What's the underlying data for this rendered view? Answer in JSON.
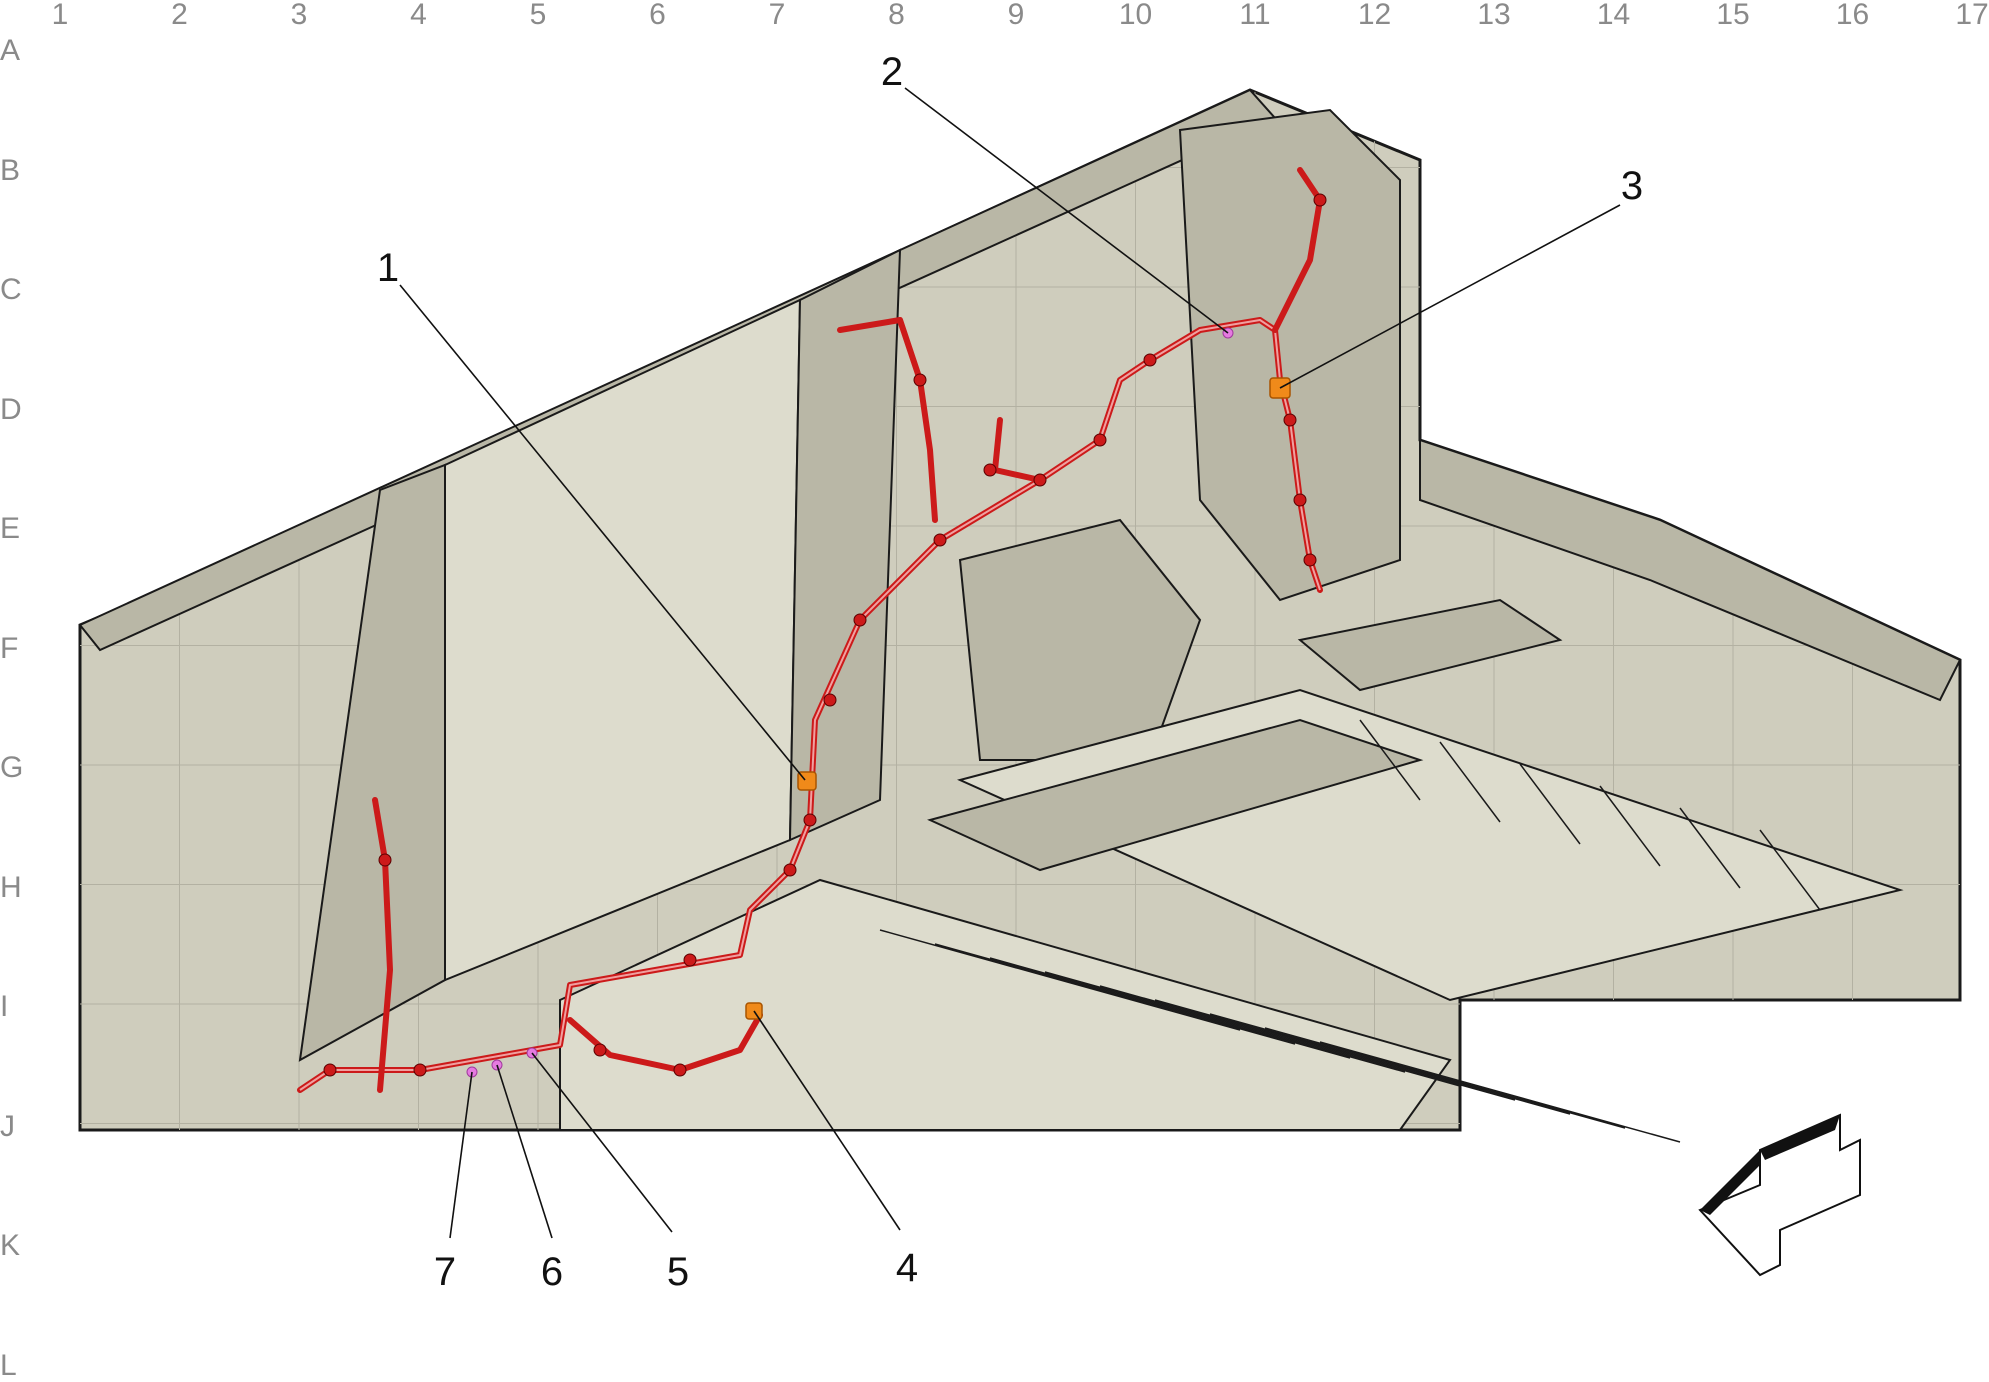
{
  "grid": {
    "columns": [
      "1",
      "2",
      "3",
      "4",
      "5",
      "6",
      "7",
      "8",
      "9",
      "10",
      "11",
      "12",
      "13",
      "14",
      "15",
      "16",
      "17"
    ],
    "rows": [
      "A",
      "B",
      "C",
      "D",
      "E",
      "F",
      "G",
      "H",
      "I",
      "J",
      "K",
      "L"
    ]
  },
  "callouts": [
    "1",
    "2",
    "3",
    "4",
    "5",
    "6",
    "7"
  ],
  "colors": {
    "panel": "#cfcdbd",
    "panel_dark": "#b9b7a6",
    "panel_light": "#dddccd",
    "outline": "#1a1a1a",
    "harness": "#cc1a1a",
    "harness_inner": "#f0a0a0",
    "connector_orange": "#f08a1a",
    "connector_pink": "#e57ae0",
    "grid": "#b3b1a2",
    "grid_label": "#8a8a8a"
  },
  "icons": {
    "front_arrow": "direction-arrow-icon"
  }
}
